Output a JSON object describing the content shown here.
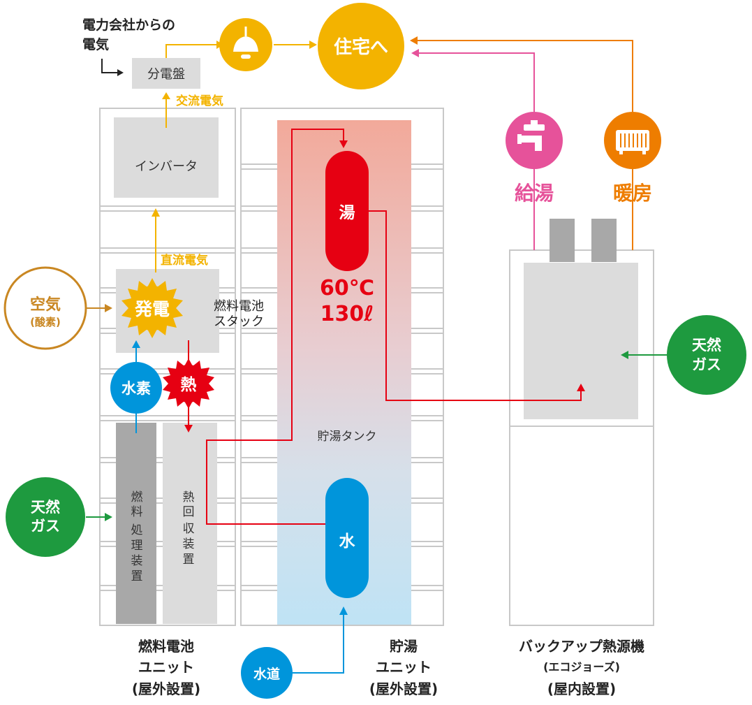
{
  "power_company": {
    "line1": "電力会社からの",
    "line2": "電気"
  },
  "distribution_board": "分電盤",
  "ac_power": "交流電気",
  "to_house": "住宅へ",
  "inverter": "インバータ",
  "dc_power": "直流電気",
  "air": {
    "line1": "空気",
    "line2": "(酸素)"
  },
  "generation": "発電",
  "fuel_cell_stack": {
    "line1": "燃料電池",
    "line2": "スタック"
  },
  "hydrogen": "水素",
  "heat": "熱",
  "natural_gas": {
    "line1": "天然",
    "line2": "ガス"
  },
  "fuel_processor": [
    "燃",
    "料",
    "処",
    "理",
    "装",
    "置"
  ],
  "heat_recovery": [
    "熱",
    "回",
    "収",
    "装",
    "置"
  ],
  "fuel_cell_unit": {
    "line1": "燃料電池",
    "line2": "ユニット",
    "line3": "(屋外設置)"
  },
  "hot_water": "湯",
  "temperature": "60℃",
  "capacity": "130ℓ",
  "storage_tank": "貯湯タンク",
  "water": "水",
  "tap_water": "水道",
  "storage_unit": {
    "line1": "貯湯",
    "line2": "ユニット",
    "line3": "(屋外設置)"
  },
  "hot_water_supply": "給湯",
  "heating": "暖房",
  "backup": {
    "line1": "バックアップ熱源機",
    "line2": "(エコジョーズ)",
    "line3": "(屋内設置)"
  },
  "colors": {
    "yellow": "#f3b300",
    "orange": "#ee7d00",
    "red": "#e60012",
    "blue": "#0095db",
    "green": "#1e9a3f",
    "pink": "#e6529a",
    "brown": "#c98722",
    "grey_box": "#dcdcdc",
    "dark_grey": "#a8a8a8"
  },
  "icons": [
    "lamp-icon",
    "faucet-icon",
    "radiator-icon"
  ]
}
